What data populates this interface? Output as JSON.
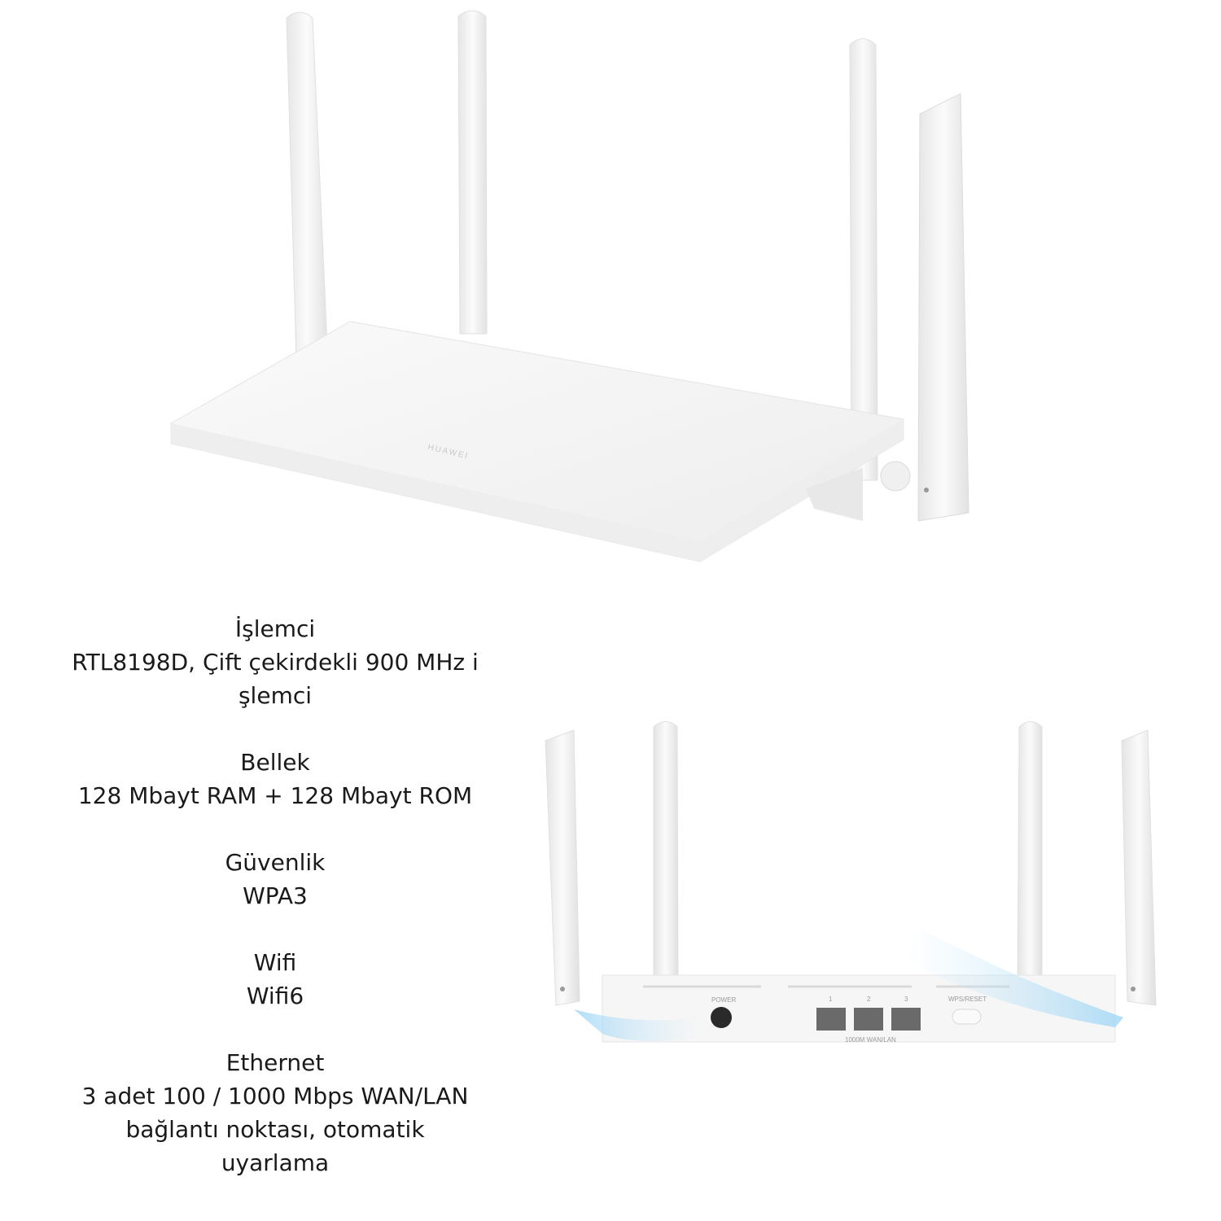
{
  "product": {
    "brand_logo": "HUAWEI",
    "rear_labels": {
      "power": "POWER",
      "port_1": "1",
      "port_2": "2",
      "port_3": "3",
      "wps_reset": "WPS/RESET",
      "port_group": "1000M WAN/LAN"
    }
  },
  "specs": [
    {
      "title": "İşlemci",
      "lines": [
        "RTL8198D, Çift çekirdekli 900 MHz i",
        "şlemci"
      ]
    },
    {
      "title": "Bellek",
      "lines": [
        "128 Mbayt RAM + 128 Mbayt ROM"
      ]
    },
    {
      "title": "Güvenlik",
      "lines": [
        "WPA3"
      ]
    },
    {
      "title": "Wifi",
      "lines": [
        "Wifi6"
      ]
    },
    {
      "title": "Ethernet",
      "lines": [
        "3 adet 100 / 1000 Mbps WAN/LAN",
        "bağlantı noktası, otomatik",
        "uyarlama"
      ]
    }
  ]
}
